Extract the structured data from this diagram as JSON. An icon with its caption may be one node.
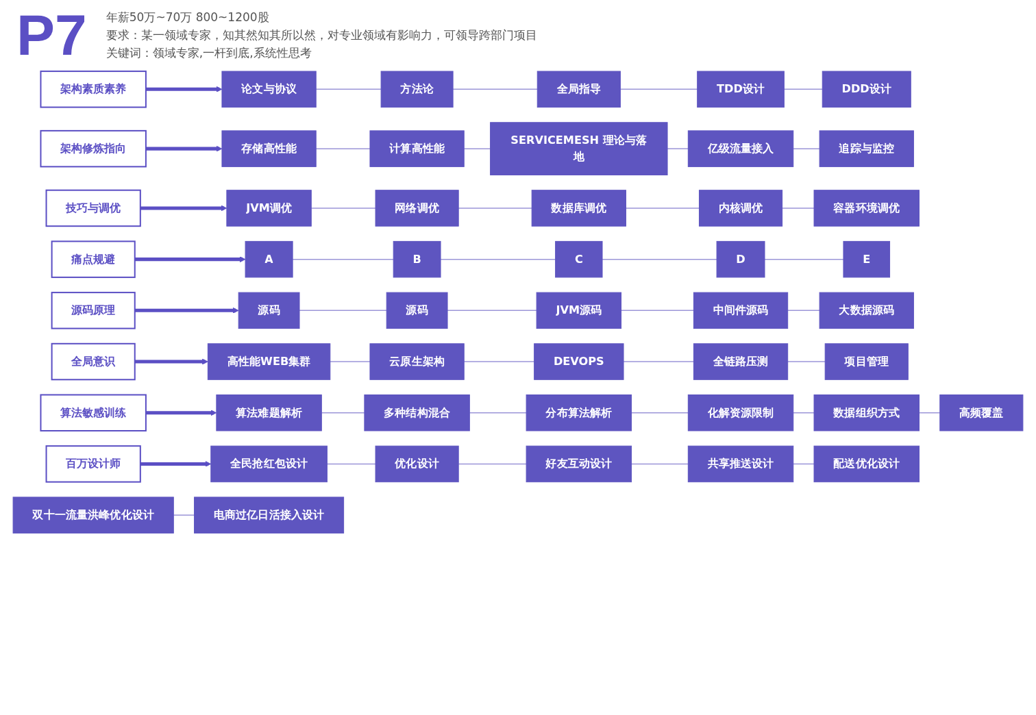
{
  "diagram": {
    "title": "P7",
    "nodes": [
      {
        "text": [
          "架构素质素养"
        ]
      },
      {
        "text": [
          "论文与协议"
        ]
      },
      {
        "text": [
          "方法论"
        ]
      },
      {
        "text": [
          "全局指导"
        ]
      },
      {
        "text": [
          "TDD设计"
        ]
      },
      {
        "text": [
          "DDD设计"
        ]
      },
      {
        "text": [
          "架构修炼指向"
        ]
      },
      {
        "text": [
          "存储高性能"
        ]
      },
      {
        "text": [
          "计算高性能"
        ]
      },
      {
        "text": [
          "SERVICEMESH 理论与落地"
        ]
      },
      {
        "text": [
          "亿级流量接入"
        ]
      },
      {
        "text": [
          "追踪与监控"
        ]
      },
      {
        "text": [
          "技巧与调优"
        ]
      },
      {
        "text": [
          "JVM调优"
        ]
      },
      {
        "text": [
          "网络调优"
        ]
      },
      {
        "text": [
          "数据库调优"
        ]
      },
      {
        "text": [
          "内核调优"
        ]
      },
      {
        "text": [
          "容器环境调优"
        ]
      },
      {
        "text": [
          "痛点规避"
        ]
      },
      {
        "text": [
          "A"
        ]
      },
      {
        "text": [
          "B"
        ]
      },
      {
        "text": [
          "C"
        ]
      },
      {
        "text": [
          "D"
        ]
      },
      {
        "text": [
          "E"
        ]
      },
      {
        "text": [
          "源码原理"
        ]
      },
      {
        "text": [
          "源码"
        ]
      },
      {
        "text": [
          "源码"
        ]
      },
      {
        "text": [
          "JVM源码"
        ]
      },
      {
        "text": [
          "中间件源码"
        ]
      },
      {
        "text": [
          "大数据源码"
        ]
      },
      {
        "text": [
          "全局意识"
        ]
      },
      {
        "text": [
          "高性能WEB集群"
        ]
      },
      {
        "text": [
          "云原生架构"
        ]
      },
      {
        "text": [
          "DEVOPS"
        ]
      },
      {
        "text": [
          "全链路压测"
        ]
      },
      {
        "text": [
          "项目管理"
        ]
      },
      {
        "text": [
          "算法敏感训练"
        ]
      },
      {
        "text": [
          "算法难题解析"
        ]
      },
      {
        "text": [
          "多种结构混合"
        ]
      },
      {
        "text": [
          "分布算法解析"
        ]
      },
      {
        "text": [
          "化解资源限制"
        ]
      },
      {
        "text": [
          "数据组织方式"
        ]
      },
      {
        "text": [
          "高频覆盖"
        ]
      },
      {
        "text": [
          "百万设计师"
        ]
      },
      {
        "text": [
          "全民抢红包设计"
        ]
      },
      {
        "text": [
          "优化设计"
        ]
      },
      {
        "text": [
          "好友互动设计"
        ]
      },
      {
        "text": [
          "共享推送设计"
        ]
      },
      {
        "text": [
          "配送优化设计"
        ]
      },
      {
        "text": [
          "双十一流量洪峰优化设计"
        ]
      },
      {
        "text": [
          "电商过亿日活接入设计"
        ]
      }
    ],
    "edges": [
      {
        "from": 0,
        "to": 1,
        "arrow": "to",
        "style": "thick"
      },
      {
        "from": 1,
        "to": 2,
        "arrow": "none"
      },
      {
        "from": 2,
        "to": 3,
        "arrow": "none"
      },
      {
        "from": 3,
        "to": 4,
        "arrow": "none"
      },
      {
        "from": 4,
        "to": 5,
        "arrow": "none"
      },
      {
        "from": 6,
        "to": 7,
        "arrow": "to",
        "style": "thick"
      },
      {
        "from": 7,
        "to": 8,
        "arrow": "none"
      },
      {
        "from": 8,
        "to": 9,
        "arrow": "none"
      },
      {
        "from": 9,
        "to": 10,
        "arrow": "none"
      },
      {
        "from": 10,
        "to": 11,
        "arrow": "none"
      },
      {
        "from": 12,
        "to": 13,
        "arrow": "to",
        "style": "thick"
      },
      {
        "from": 13,
        "to": 14,
        "arrow": "none"
      },
      {
        "from": 14,
        "to": 15,
        "arrow": "none"
      },
      {
        "from": 15,
        "to": 16,
        "arrow": "none"
      },
      {
        "from": 16,
        "to": 17,
        "arrow": "none"
      },
      {
        "from": 18,
        "to": 19,
        "arrow": "to",
        "style": "thick"
      },
      {
        "from": 19,
        "to": 20,
        "arrow": "none"
      },
      {
        "from": 20,
        "to": 21,
        "arrow": "none"
      },
      {
        "from": 21,
        "to": 22,
        "arrow": "none"
      },
      {
        "from": 22,
        "to": 23,
        "arrow": "none"
      },
      {
        "from": 24,
        "to": 25,
        "arrow": "to",
        "style": "thick"
      },
      {
        "from": 25,
        "to": 26,
        "arrow": "none"
      },
      {
        "from": 26,
        "to": 27,
        "arrow": "none"
      },
      {
        "from": 27,
        "to": 28,
        "arrow": "none"
      },
      {
        "from": 28,
        "to": 29,
        "arrow": "none"
      },
      {
        "from": 30,
        "to": 31,
        "arrow": "to",
        "style": "thick"
      },
      {
        "from": 31,
        "to": 32,
        "arrow": "none"
      },
      {
        "from": 32,
        "to": 33,
        "arrow": "none"
      },
      {
        "from": 33,
        "to": 34,
        "arrow": "none"
      },
      {
        "from": 34,
        "to": 35,
        "arrow": "none"
      },
      {
        "from": 36,
        "to": 37,
        "arrow": "to",
        "style": "thick"
      },
      {
        "from": 37,
        "to": 38,
        "arrow": "none"
      },
      {
        "from": 38,
        "to": 39,
        "arrow": "none"
      },
      {
        "from": 39,
        "to": 40,
        "arrow": "none"
      },
      {
        "from": 40,
        "to": 41,
        "arrow": "none"
      },
      {
        "from": 41,
        "to": 42,
        "arrow": "none"
      },
      {
        "from": 43,
        "to": 44,
        "arrow": "to",
        "style": "thick"
      },
      {
        "from": 44,
        "to": 45,
        "arrow": "none"
      },
      {
        "from": 45,
        "to": 46,
        "arrow": "none"
      },
      {
        "from": 46,
        "to": 47,
        "arrow": "none"
      },
      {
        "from": 47,
        "to": 48,
        "arrow": "none"
      },
      {
        "from": 49,
        "to": 50,
        "arrow": "none"
      }
    ],
    "labels": [
      "年薪50万~70万 800~1200股",
      "要求：某一领域专家，知其然知其所以然，对专业领域有影响力，可领导跨部门项目",
      "关键词：领域专家,一杆到底,系统性思考"
    ]
  }
}
